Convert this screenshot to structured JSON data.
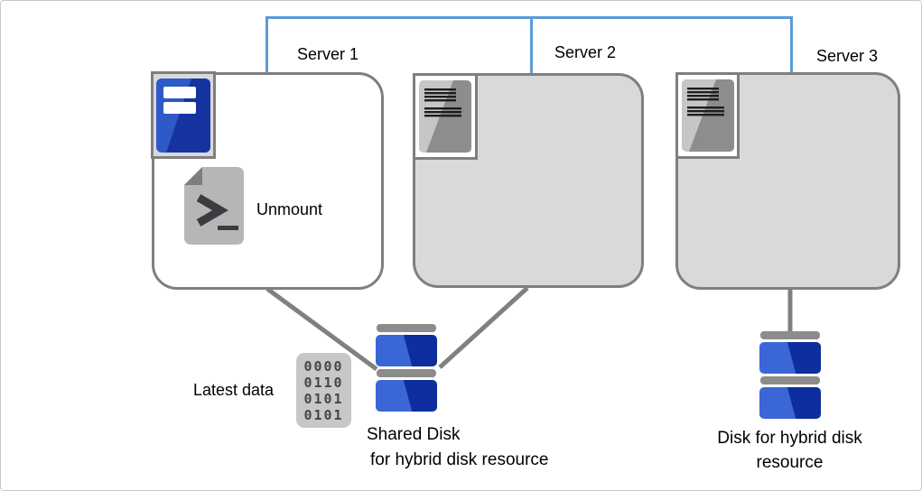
{
  "diagram": {
    "title_hint": "Three-node cluster with hybrid disk resource",
    "servers": [
      {
        "label": "Server 1",
        "box_fill": "#ffffff",
        "icon": "server-tower-blue"
      },
      {
        "label": "Server 2",
        "box_fill": "#d9d9d9",
        "icon": "server-tower-gray"
      },
      {
        "label": "Server 3",
        "box_fill": "#d9d9d9",
        "icon": "server-tower-gray"
      }
    ],
    "annotations": {
      "unmount": "Unmount",
      "latest_data": "Latest data"
    },
    "labels": {
      "shared_disk": [
        "Shared Disk",
        "for hybrid disk resource"
      ],
      "hybrid_disk": [
        "Disk for hybrid disk",
        "resource"
      ]
    },
    "binary_rows": [
      "0000",
      "0110",
      "0101",
      "0101"
    ],
    "icons": [
      "server-tower-blue-icon",
      "server-tower-gray-icon",
      "script-terminal-icon",
      "disk-stack-icon",
      "binary-data-icon"
    ],
    "colors": {
      "network_line_blue": "#5b9bd5",
      "box_border_gray": "#7f7f7f",
      "box_fill_gray": "#d9d9d9",
      "connector_gray": "#808080",
      "disk_cap_gray": "#8c8c8c",
      "disk_blue_light": "#3b67d6",
      "disk_blue_dark": "#0d2e9c",
      "tower_blue_light": "#2e59c9",
      "tower_blue_dark": "#16349f",
      "tower_gray_light": "#c6c6c6",
      "tower_gray_dark": "#8d8d8d",
      "script_doc_gray": "#b6b6b6",
      "script_fold_gray": "#7d7d7d",
      "text_black": "#000000"
    }
  }
}
